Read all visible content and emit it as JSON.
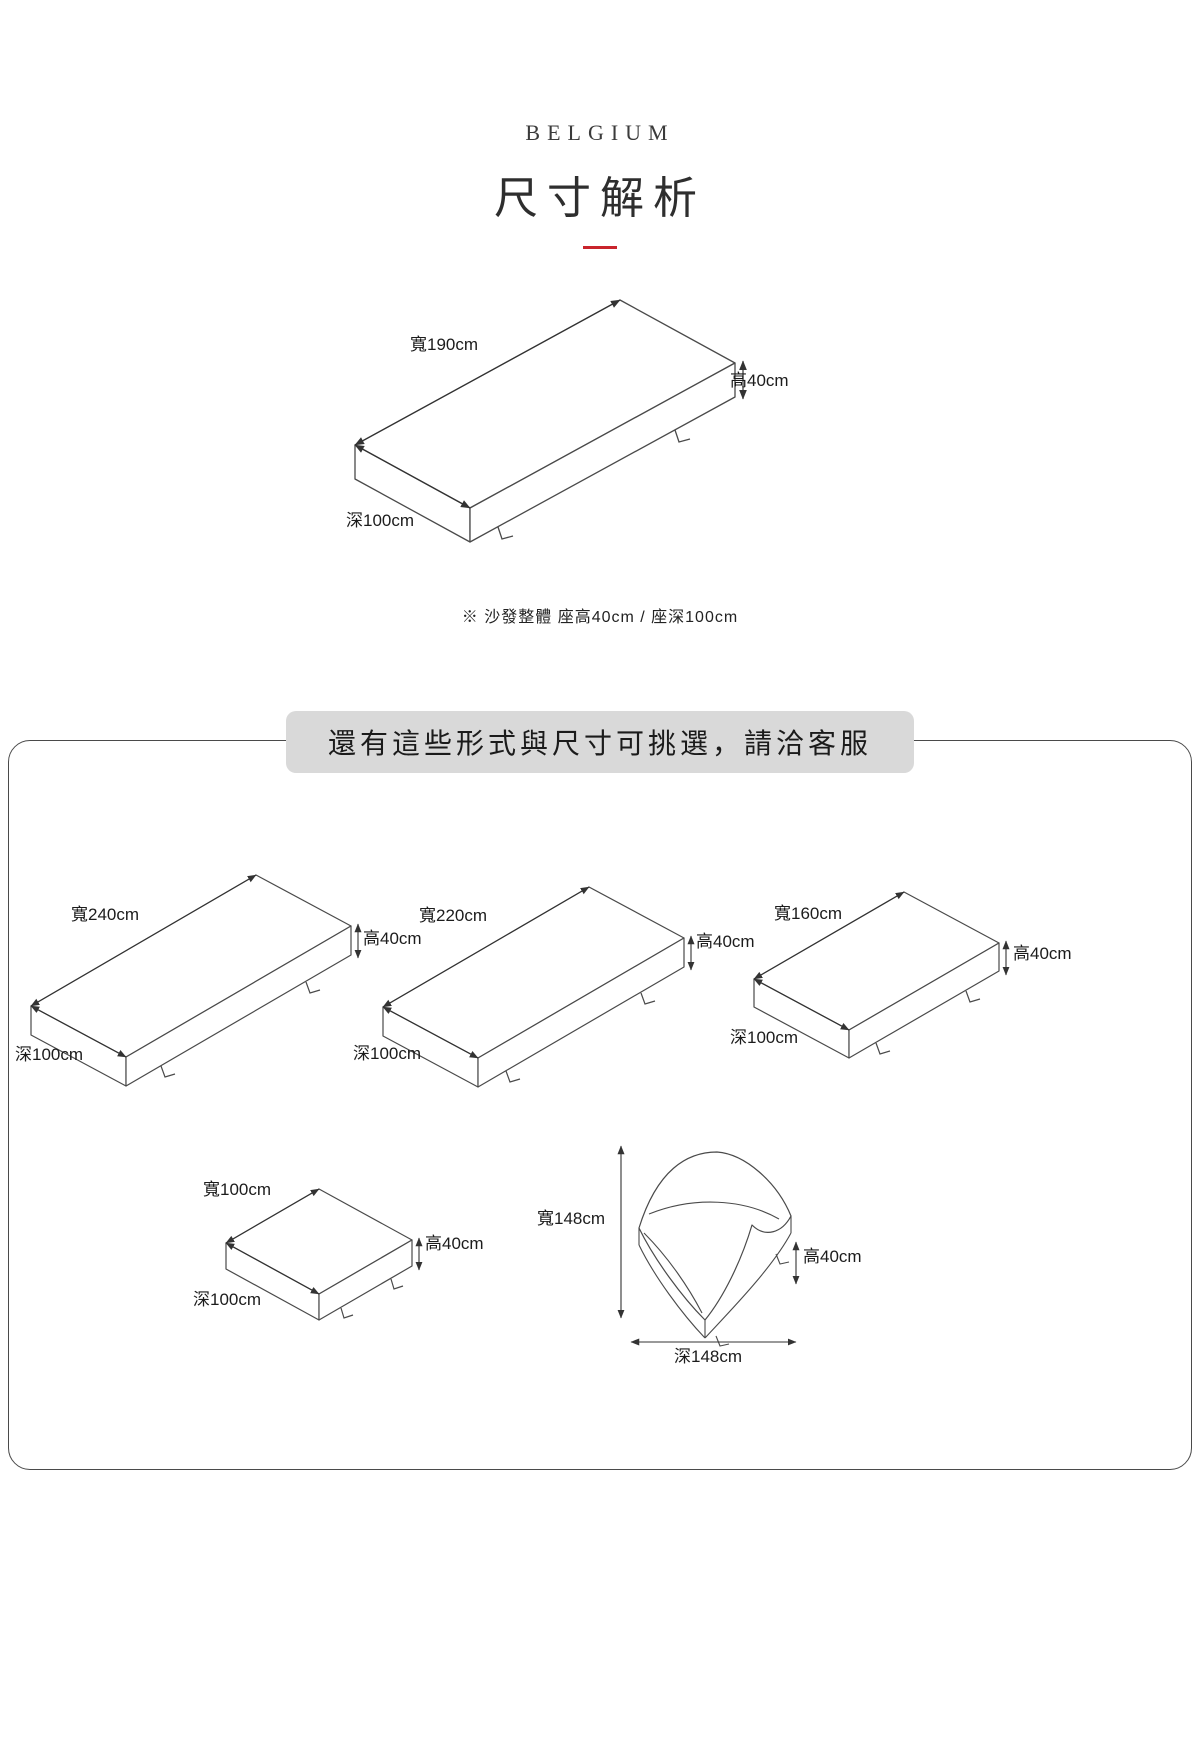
{
  "accent_color": "#c9242c",
  "pill_background": "#d9d9d9",
  "header": {
    "brand": "BELGIUM",
    "title": "尺寸解析"
  },
  "main_diagram": {
    "width_label": "寬190cm",
    "height_label": "高40cm",
    "depth_label": "深100cm",
    "note": "※ 沙發整體 座高40cm / 座深100cm"
  },
  "options_box": {
    "title": "還有這些形式與尺寸可挑選，請洽客服",
    "variants": [
      {
        "width_label": "寬240cm",
        "height_label": "高40cm",
        "depth_label": "深100cm"
      },
      {
        "width_label": "寬220cm",
        "height_label": "高40cm",
        "depth_label": "深100cm"
      },
      {
        "width_label": "寬160cm",
        "height_label": "高40cm",
        "depth_label": "深100cm"
      },
      {
        "width_label": "寬100cm",
        "height_label": "高40cm",
        "depth_label": "深100cm"
      },
      {
        "width_label": "寬148cm",
        "height_label": "高40cm",
        "depth_label": "深148cm"
      }
    ]
  }
}
